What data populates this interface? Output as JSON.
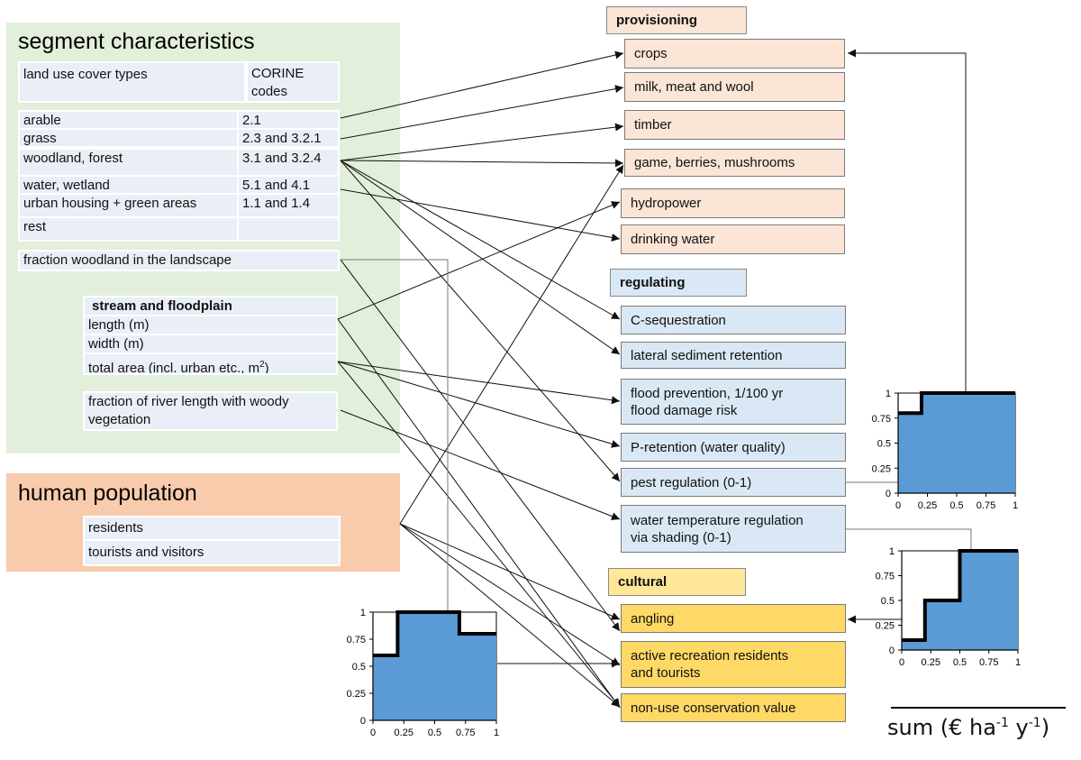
{
  "segment": {
    "title": "segment characteristics",
    "header": {
      "col1": "land use cover types",
      "col2_line1": "CORINE",
      "col2_line2": "codes"
    },
    "rows": [
      {
        "type": "arable",
        "code": "2.1"
      },
      {
        "type": "grass",
        "code": "2.3 and 3.2.1"
      },
      {
        "type": "woodland, forest",
        "code": "3.1 and 3.2.4"
      },
      {
        "type": "water, wetland",
        "code": "5.1 and 4.1"
      },
      {
        "type": "urban housing + green areas",
        "code": "1.1 and 1.4"
      },
      {
        "type": "rest",
        "code": ""
      }
    ],
    "fraction_woodland": "fraction woodland in the landscape",
    "stream": {
      "title": "stream and floodplain",
      "length": "length (m)",
      "width": "width (m)",
      "area": "total area (incl. urban etc., m",
      "area_sup": "2",
      "area_end": ")"
    },
    "fraction_river_line1": "fraction of river length with woody",
    "fraction_river_line2": "vegetation"
  },
  "population": {
    "title": "human population",
    "items": [
      "residents",
      "tourists and visitors"
    ]
  },
  "services": {
    "provisioning": {
      "label": "provisioning",
      "items": [
        "crops",
        "milk, meat and wool",
        "timber",
        "game, berries, mushrooms",
        "hydropower",
        "drinking water"
      ]
    },
    "regulating": {
      "label": "regulating",
      "items": [
        [
          "C-sequestration"
        ],
        [
          "lateral sediment retention"
        ],
        [
          "flood prevention, 1/100 yr",
          "flood damage risk"
        ],
        [
          "P-retention (water quality)"
        ],
        [
          "pest regulation (0-1)"
        ],
        [
          "water temperature regulation",
          "via shading (0-1)"
        ]
      ]
    },
    "cultural": {
      "label": "cultural",
      "items": [
        [
          "angling"
        ],
        [
          "active recreation residents",
          "and tourists"
        ],
        [
          "non-use conservation value"
        ]
      ]
    }
  },
  "sum_label": {
    "text": "sum (€ ha",
    "sup1": "-1",
    "mid": " y",
    "sup2": "-1",
    "end": ")"
  },
  "chart_data": [
    {
      "type": "area",
      "title": "response function (pest regulation)",
      "xlim": [
        0,
        1
      ],
      "ylim": [
        0,
        1
      ],
      "xticks": [
        "0",
        "0.25",
        "0.5",
        "0.75",
        "1"
      ],
      "yticks": [
        "0",
        "0.25",
        "0.5",
        "0.75",
        "1"
      ],
      "steps": [
        {
          "x0": 0,
          "x1": 0.2,
          "y": 0.8
        },
        {
          "x0": 0.2,
          "x1": 1,
          "y": 1
        }
      ]
    },
    {
      "type": "area",
      "title": "response function (water temperature regulation)",
      "xlim": [
        0,
        1
      ],
      "ylim": [
        0,
        1
      ],
      "xticks": [
        "0",
        "0.25",
        "0.5",
        "0.75",
        "1"
      ],
      "yticks": [
        "0",
        "0.25",
        "0.5",
        "0.75",
        "1"
      ],
      "steps": [
        {
          "x0": 0,
          "x1": 0.2,
          "y": 0.1
        },
        {
          "x0": 0.2,
          "x1": 0.5,
          "y": 0.5
        },
        {
          "x0": 0.5,
          "x1": 1,
          "y": 1
        }
      ]
    },
    {
      "type": "area",
      "title": "response function (fraction woodland)",
      "xlim": [
        0,
        1
      ],
      "ylim": [
        0,
        1
      ],
      "xticks": [
        "0",
        "0.25",
        "0.5",
        "0.75",
        "1"
      ],
      "yticks": [
        "0",
        "0.25",
        "0.5",
        "0.75",
        "1"
      ],
      "steps": [
        {
          "x0": 0,
          "x1": 0.2,
          "y": 0.6
        },
        {
          "x0": 0.2,
          "x1": 0.7,
          "y": 1
        },
        {
          "x0": 0.7,
          "x1": 1,
          "y": 0.8
        }
      ]
    }
  ],
  "colors": {
    "area_fill": "#5b9bd5",
    "step_line": "#000000",
    "connector": "#111111"
  }
}
